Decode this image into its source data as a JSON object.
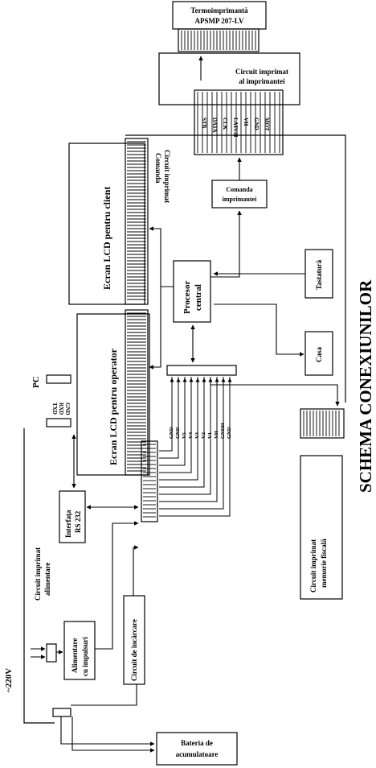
{
  "title": "SCHEMA CONEXIUNILOR",
  "blocks": {
    "printer": [
      "Termoimprimantă",
      "APSMP 207-LV"
    ],
    "printer_pcb": [
      "Circuit imprimat",
      "al imprimantei"
    ],
    "printer_cmd": [
      "Comanda",
      "imprimantei"
    ],
    "cmd_pcb": [
      "Circuit imprimat",
      "Comanda"
    ],
    "lcd_client": "Ecran LCD pentru client",
    "lcd_operator": "Ecran LCD pentru operator",
    "cpu": [
      "Procesor",
      "central"
    ],
    "keyboard": "Tastatură",
    "cash": "Casa",
    "fiscal_mem": [
      "Circuit imprimat",
      "memorie fiscală"
    ],
    "power_pcb": [
      "Circuit imprimat",
      "alimentare"
    ],
    "rs232": [
      "Interfaţa",
      "RS 232"
    ],
    "pulse_supply": [
      "Alimentare",
      "cu impulsuri"
    ],
    "charger": "Circuit de încărcare",
    "battery": [
      "Bateria de",
      "acumulatoare"
    ],
    "mains": "~220V",
    "pc": "PC"
  },
  "pc_pins": [
    "TXD",
    "RXD",
    "GND"
  ],
  "printer_pins": [
    "STB",
    "DATA",
    "CLK",
    "LATCH",
    "VH",
    "GND",
    "MOT"
  ],
  "bus_labels": [
    "GND",
    "GND",
    "V5",
    "V4",
    "V3",
    "V2",
    "V1",
    "VH",
    "GNDH",
    "GND"
  ]
}
